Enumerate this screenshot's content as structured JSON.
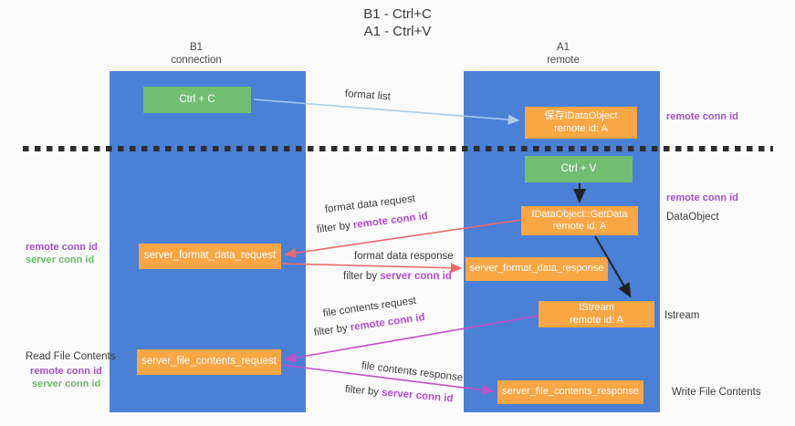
{
  "title": {
    "line1": "B1 - Ctrl+C",
    "line2": "A1 - Ctrl+V"
  },
  "columns": {
    "left": {
      "name": "B1",
      "role": "connection"
    },
    "right": {
      "name": "A1",
      "role": "remote"
    }
  },
  "boxes": {
    "ctrl_c": "Ctrl + C",
    "ctrl_v": "Ctrl + V",
    "save_dataobject": {
      "line1": "保存IDataObject",
      "line2": "remote id: A"
    },
    "getdata": {
      "line1": "IDataObject::GetData",
      "line2": "remote id: A"
    },
    "istream": {
      "line1": "IStream",
      "line2": "remote id: A"
    },
    "format_request": "server_format_data_request",
    "format_response": "server_format_data_response",
    "file_request": "server_file_contents_request",
    "file_response": "server_file_contents_response"
  },
  "arrow_labels": {
    "format_list": "format list",
    "format_request": {
      "line1": "format data request",
      "filter_prefix": "filter by ",
      "filter_keyword": "remote conn id"
    },
    "format_response": {
      "line1": "format data response",
      "filter_prefix": "filter by ",
      "filter_keyword": "server conn id"
    },
    "file_request": {
      "line1": "file contents request",
      "filter_prefix": "filter by ",
      "filter_keyword": "remote conn id"
    },
    "file_response": {
      "line1": "file contents response",
      "filter_prefix": "filter by ",
      "filter_keyword": "server conn id"
    }
  },
  "side_labels": {
    "right_top_remote_conn": "remote conn id",
    "right_mid_remote_conn": "remote conn id",
    "dataobject": "DataObject",
    "istream": "Istream",
    "write_file_contents": "Write File Contents",
    "left_format_remote_conn": "remote conn id",
    "left_format_server_conn": "server conn id",
    "read_file_contents": "Read File Contents",
    "left_file_remote_conn": "remote conn id",
    "left_file_server_conn": "server conn id"
  },
  "colors": {
    "lane_blue": "#4a80d6",
    "box_green": "#71be73",
    "box_orange": "#f9a644",
    "arrow_salmon": "#e76b6b",
    "arrow_magenta": "#c24fc9",
    "arrow_lightblue": "#a7cdec",
    "arrow_black": "#222222",
    "label_purple": "#a34fc6",
    "label_green": "#68bd68",
    "background": "#fafafa"
  }
}
